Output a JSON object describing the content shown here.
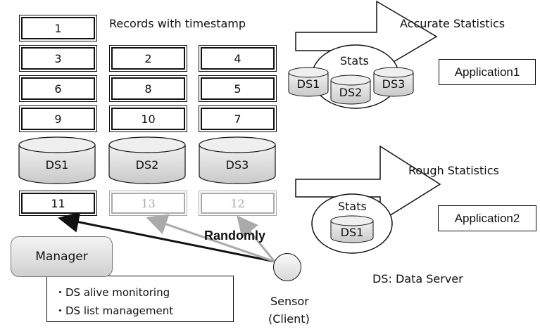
{
  "records": {
    "caption": "Records with timestamp",
    "col1": [
      "1",
      "3",
      "6",
      "9"
    ],
    "col2": [
      "2",
      "8",
      "10"
    ],
    "col3": [
      "4",
      "5",
      "7"
    ],
    "new": [
      "11",
      "13",
      "12"
    ]
  },
  "servers": [
    "DS1",
    "DS2",
    "DS3"
  ],
  "stats_top": {
    "arrow_label": "Accurate Statistics",
    "title": "Stats",
    "servers": [
      "DS1",
      "DS2",
      "DS3"
    ],
    "app": "Application1"
  },
  "stats_bottom": {
    "arrow_label": "Rough Statistics",
    "title": "Stats",
    "servers": [
      "DS1"
    ],
    "app": "Application2"
  },
  "randomly": "Randomly",
  "manager": {
    "label": "Manager",
    "tasks": [
      "・DS alive monitoring",
      "・DS list management"
    ]
  },
  "sensor": {
    "line1": "Sensor",
    "line2": "(Client)"
  },
  "legend": "DS: Data Server"
}
